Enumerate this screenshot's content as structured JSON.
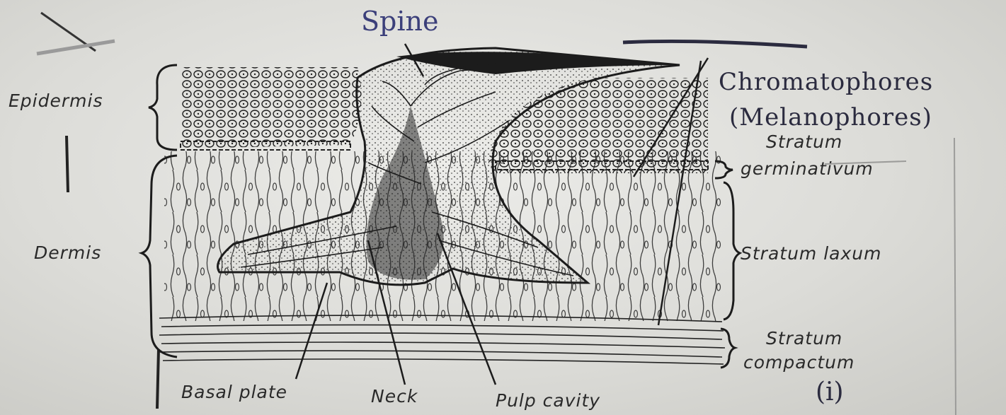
{
  "labels": {
    "spine": "Spine",
    "epidermis": "Epidermis",
    "dermis": "Dermis",
    "chromatophores": "Chromatophores",
    "melanophores": "(Melanophores)",
    "stratum_germinativum_1": "Stratum",
    "stratum_germinativum_2": "germinativum",
    "stratum_laxum": "Stratum laxum",
    "stratum_compactum_1": "Stratum",
    "stratum_compactum_2": "compactum",
    "basal_plate": "Basal plate",
    "neck": "Neck",
    "pulp_cavity": "Pulp cavity",
    "figure_number": "(i)"
  },
  "colors": {
    "ink": "#1c1c1c",
    "paper": "#e6e6e3",
    "handwriting": "#2b2b3f",
    "spine_handwriting": "#3b3f7a"
  }
}
